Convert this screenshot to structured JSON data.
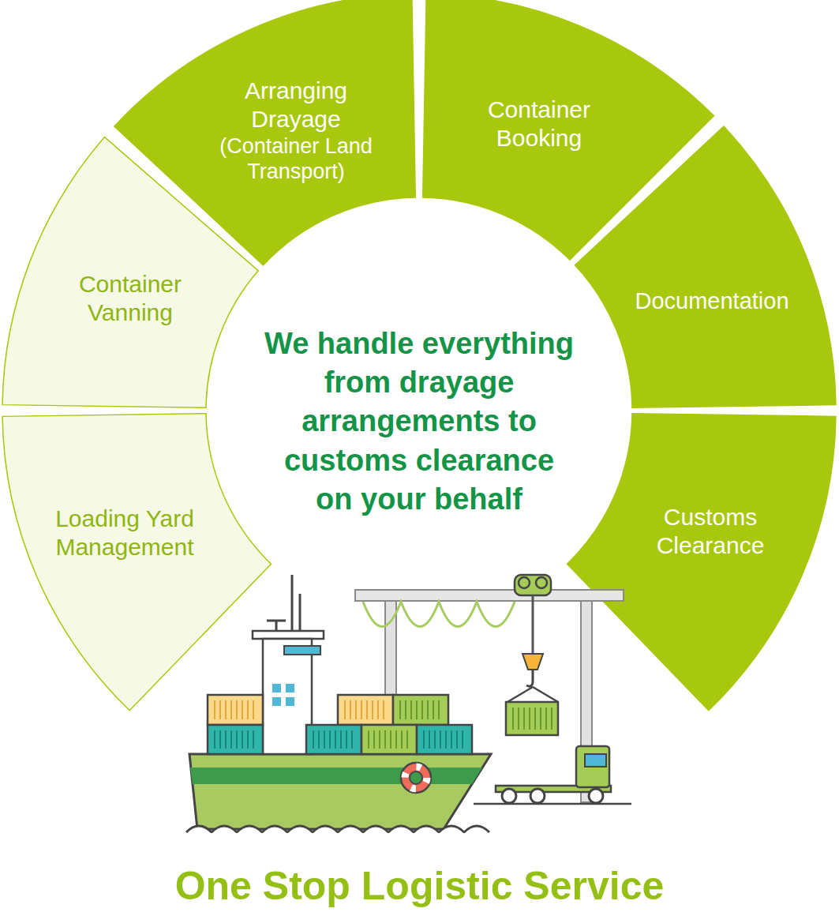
{
  "diagram": {
    "title": "One Stop Logistic Service",
    "nodes": [
      {
        "text": [
          "Arranging Drayage",
          "(Container Land Transport)"
        ]
      },
      {
        "text": [
          "Container Booking"
        ]
      },
      {
        "text": [
          "Documentation"
        ]
      },
      {
        "text": [
          "Customs Clearance"
        ]
      },
      {
        "text": [
          "Loading Yard Management"
        ]
      },
      {
        "text": [
          "Container Vanning"
        ]
      }
    ],
    "labels": [
      "We handle everything from drayage arrangements to customs clearance on your behalf"
    ]
  }
}
